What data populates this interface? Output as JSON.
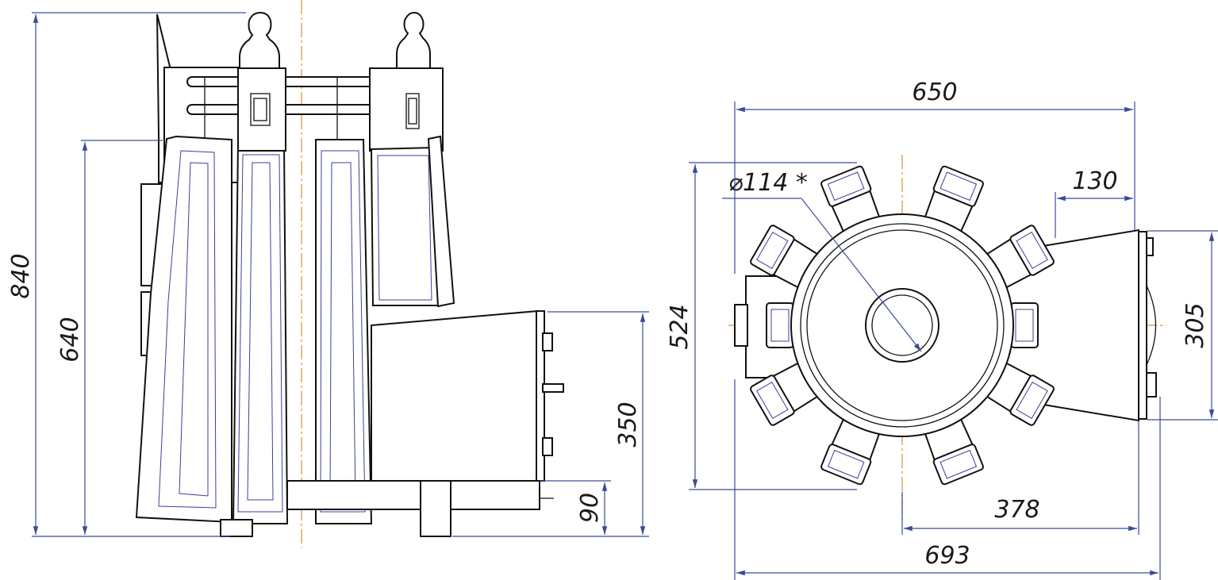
{
  "drawing": {
    "colors": {
      "outline": "#111111",
      "dimension": "#3b4a9a",
      "axis": "#e0a050",
      "background": "#ffffff"
    },
    "side_view": {
      "dimensions": {
        "total_height": "840",
        "stones_height": "640",
        "firebox_height": "350",
        "legs_height": "90"
      }
    },
    "top_view": {
      "dimensions": {
        "width": "650",
        "depth": "524",
        "chimney_diameter": "⌀114 *",
        "tunnel_extension": "130",
        "tunnel_width": "305",
        "center_to_door": "378",
        "overall_width": "693"
      }
    }
  }
}
